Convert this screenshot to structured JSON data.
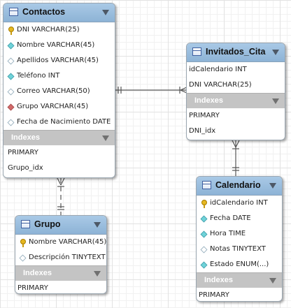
{
  "tables": {
    "contactos": {
      "title": "Contactos",
      "columns": [
        {
          "text": "DNI VARCHAR(25)",
          "icon": "primary-key-icon"
        },
        {
          "text": "Nombre VARCHAR(45)",
          "icon": "not-null-column-icon"
        },
        {
          "text": "Apellidos VARCHAR(45)",
          "icon": "nullable-column-icon"
        },
        {
          "text": "Teléfono INT",
          "icon": "not-null-column-icon"
        },
        {
          "text": "Correo VARCHAR(50)",
          "icon": "nullable-column-icon"
        },
        {
          "text": "Grupo VARCHAR(45)",
          "icon": "foreign-key-column-icon"
        },
        {
          "text": "Fecha de Nacimiento DATE",
          "icon": "nullable-column-icon"
        }
      ],
      "indexes_label": "Indexes",
      "indexes": [
        "PRIMARY",
        "Grupo_idx"
      ]
    },
    "invitados_cita": {
      "title": "Invitados_Cita",
      "columns": [
        "idCalendario INT",
        "DNI VARCHAR(25)"
      ],
      "indexes_label": "Indexes",
      "indexes": [
        "PRIMARY",
        "DNI_idx"
      ]
    },
    "grupo": {
      "title": "Grupo",
      "columns": [
        {
          "text": "Nombre VARCHAR(45)",
          "icon": "primary-key-icon"
        },
        {
          "text": "Descripción TINYTEXT",
          "icon": "nullable-column-icon"
        }
      ],
      "indexes_label": "Indexes",
      "indexes": [
        "PRIMARY"
      ]
    },
    "calendario": {
      "title": "Calendario",
      "columns": [
        {
          "text": "idCalendario INT",
          "icon": "primary-key-icon"
        },
        {
          "text": "Fecha DATE",
          "icon": "not-null-column-icon"
        },
        {
          "text": "Hora TIME",
          "icon": "not-null-column-icon"
        },
        {
          "text": "Notas TINYTEXT",
          "icon": "nullable-column-icon"
        },
        {
          "text": "Estado ENUM(...)",
          "icon": "not-null-column-icon"
        }
      ],
      "indexes_label": "Indexes",
      "indexes": [
        "PRIMARY"
      ]
    }
  },
  "relationships": [
    {
      "from": "Contactos",
      "to": "Invitados_Cita",
      "style": "solid",
      "from_end": "one-mandatory",
      "to_end": "many"
    },
    {
      "from": "Contactos",
      "to": "Grupo",
      "style": "dashed",
      "from_end": "many",
      "to_end": "one-mandatory"
    },
    {
      "from": "Invitados_Cita",
      "to": "Calendario",
      "style": "solid",
      "from_end": "many",
      "to_end": "one-mandatory"
    }
  ],
  "colors": {
    "header": "#98bedf",
    "indexes_header": "#c4c4c4",
    "connector": "#555555",
    "grid": "#e2e2e2"
  }
}
